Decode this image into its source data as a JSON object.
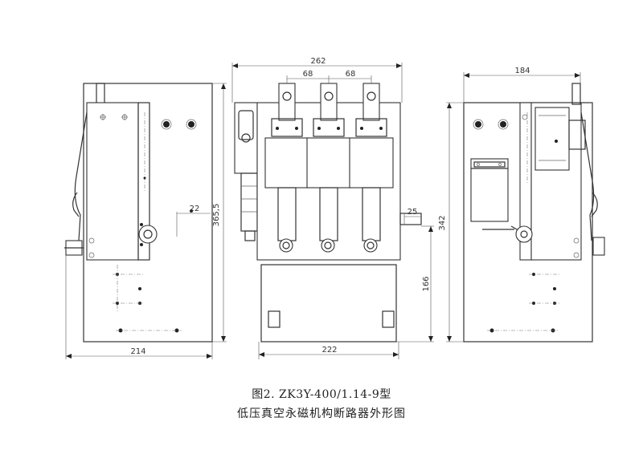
{
  "dimensions": {
    "left_height": "365,5",
    "left_offset": "22",
    "left_width": "214",
    "front_width_top": "262",
    "pitch_left": "68",
    "pitch_right": "68",
    "front_width_bottom": "222",
    "front_offset": "25",
    "front_height": "166",
    "right_width_top": "184",
    "right_height": "342"
  },
  "caption": {
    "line1": "图2. ZK3Y-400/1.14-9型",
    "line2": "低压真空永磁机构断路器外形图"
  }
}
